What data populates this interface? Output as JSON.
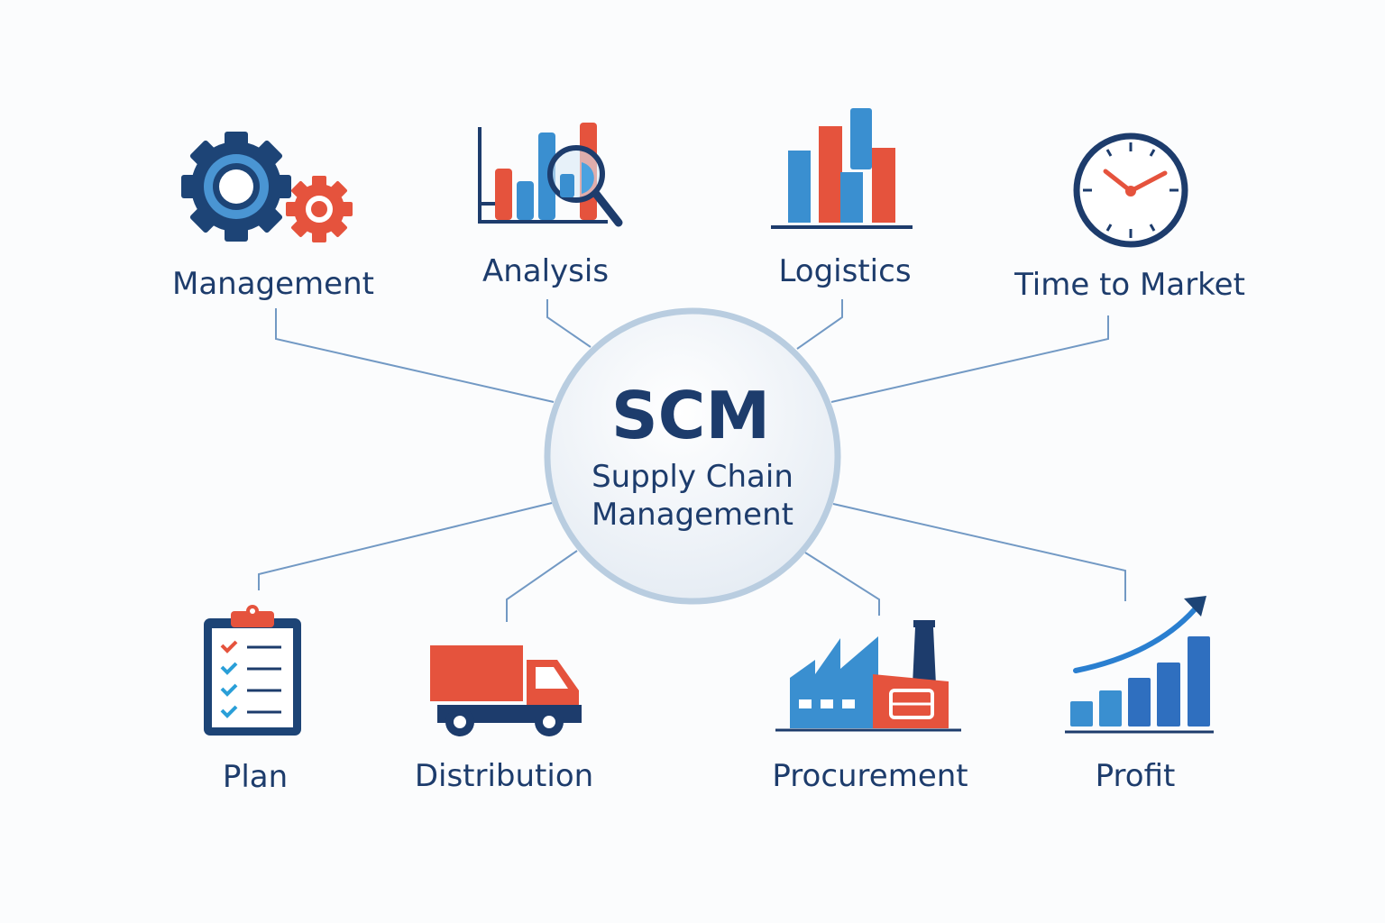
{
  "center": {
    "title": "SCM",
    "subtitle_line1": "Supply Chain",
    "subtitle_line2": "Management"
  },
  "nodes": [
    {
      "label": "Management",
      "icon": "gears-icon"
    },
    {
      "label": "Analysis",
      "icon": "chart-magnifier-icon"
    },
    {
      "label": "Logistics",
      "icon": "bar-chart-icon"
    },
    {
      "label": "Time to Market",
      "icon": "clock-icon"
    },
    {
      "label": "Plan",
      "icon": "clipboard-checklist-icon"
    },
    {
      "label": "Distribution",
      "icon": "truck-icon"
    },
    {
      "label": "Procurement",
      "icon": "factory-icon"
    },
    {
      "label": "Profit",
      "icon": "growth-chart-icon"
    }
  ],
  "colors": {
    "navy": "#1d3c6c",
    "blue": "#3a8fd0",
    "red": "#e5533d",
    "line": "#7299c4",
    "ring": "#b9cde0"
  }
}
